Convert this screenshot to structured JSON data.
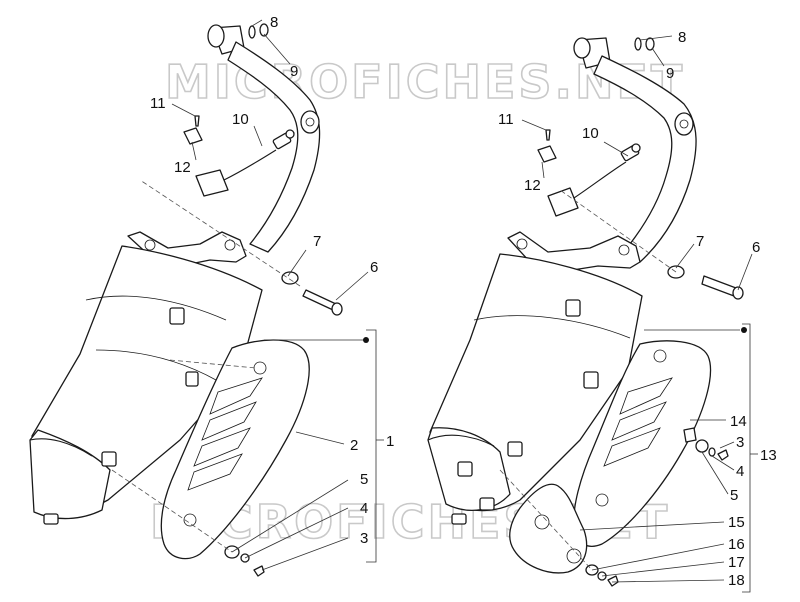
{
  "watermark": "MICROFICHES.NET",
  "colors": {
    "line": "#1a1a1a",
    "watermark": "#c9c9c9",
    "background": "#ffffff"
  },
  "left": {
    "labels": {
      "p8": "8",
      "p9": "9",
      "p11": "11",
      "p10": "10",
      "p12": "12",
      "p7": "7",
      "p6": "6",
      "p2": "2",
      "p1": "1",
      "p5": "5",
      "p4": "4",
      "p3": "3"
    }
  },
  "right": {
    "labels": {
      "p8": "8",
      "p9": "9",
      "p11": "11",
      "p10": "10",
      "p12": "12",
      "p7": "7",
      "p6": "6",
      "p14": "14",
      "p3": "3",
      "p4": "4",
      "p5": "5",
      "p13": "13",
      "p15": "15",
      "p16": "16",
      "p17": "17",
      "p18": "18"
    }
  }
}
